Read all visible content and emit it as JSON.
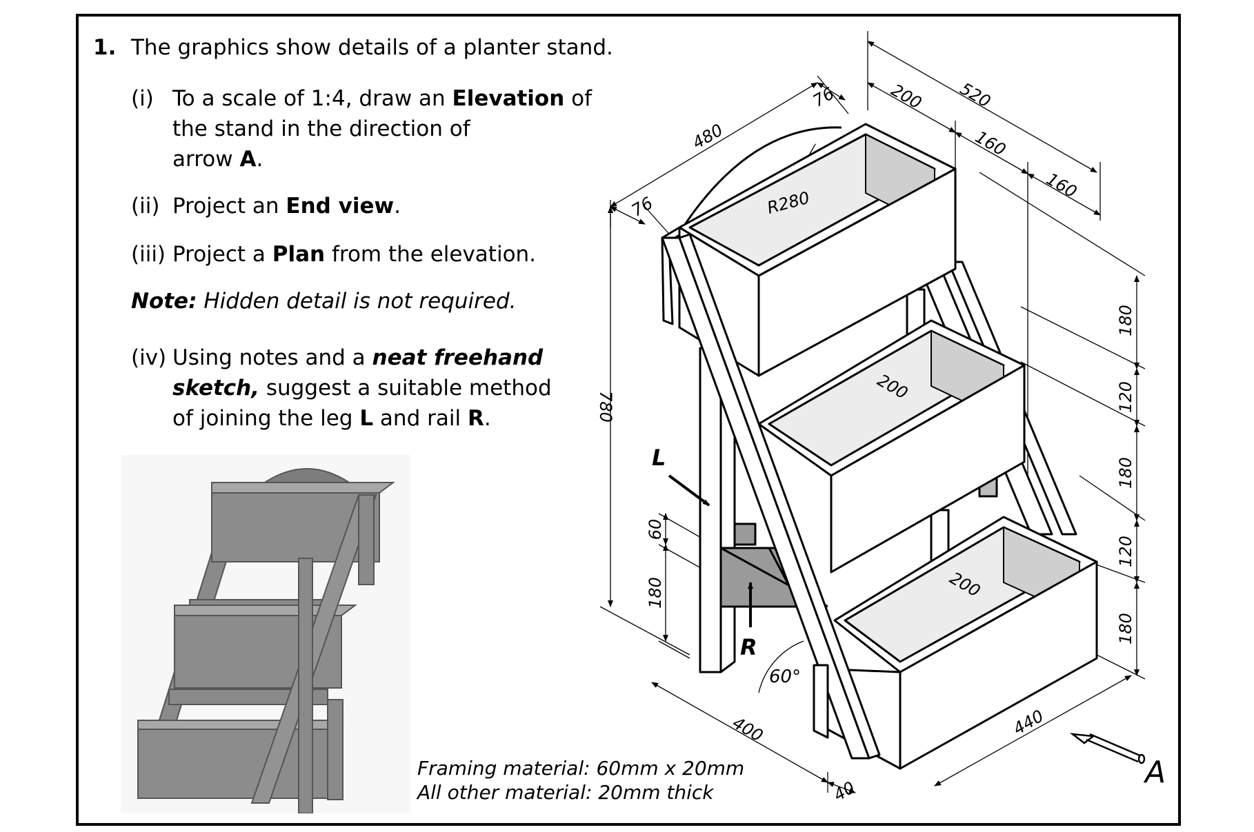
{
  "question": {
    "number": "1.",
    "intro": "The graphics show details of a planter stand.",
    "parts": [
      {
        "num": "(i)",
        "line1_pre": "To a scale of 1:4, draw an ",
        "line1_bold": "Elevation",
        "line1_post": " of",
        "line2": "the stand in the direction of",
        "line3_pre": "arrow ",
        "line3_bold": "A",
        "line3_post": "."
      },
      {
        "num": "(ii)",
        "pre": "Project an ",
        "bold": "End view",
        "post": "."
      },
      {
        "num": "(iii)",
        "pre": "Project a ",
        "bold": "Plan",
        "post": " from the elevation."
      },
      {
        "num": "(iv)",
        "line1_pre": "Using notes and a ",
        "line1_bolditalic": "neat freehand",
        "line2_bolditalic": "sketch,",
        "line2_post": " suggest a suitable method",
        "line3_pre": "of joining the leg ",
        "line3_b1": "L",
        "line3_mid": " and rail ",
        "line3_b2": "R",
        "line3_post": "."
      }
    ],
    "note_label": "Note:",
    "note_text": " Hidden detail is not required."
  },
  "materials": {
    "line1": "Framing material:  60mm x 20mm",
    "line2": "All other material: 20mm thick"
  },
  "dimensions": {
    "d520": "520",
    "d200_top": "200",
    "d160_a": "160",
    "d160_b": "160",
    "d480": "480",
    "d76_a": "76",
    "d76_b": "76",
    "r280": "R280",
    "d780": "780",
    "d180_right_a": "180",
    "d120_right_a": "120",
    "d180_right_b": "180",
    "d120_right_b": "120",
    "d180_right_c": "180",
    "d200_mid": "200",
    "d200_low": "200",
    "d60": "60",
    "d180_left": "180",
    "d400": "400",
    "d440": "440",
    "d40": "40",
    "angle": "60°"
  },
  "labels": {
    "leg": "L",
    "rail": "R",
    "arrow": "A"
  },
  "colors": {
    "line": "#000000",
    "face_light": "#ececec",
    "face_mid": "#cfcfcf",
    "face_dark": "#9a9a9a",
    "wood": "#8f8f8f"
  }
}
